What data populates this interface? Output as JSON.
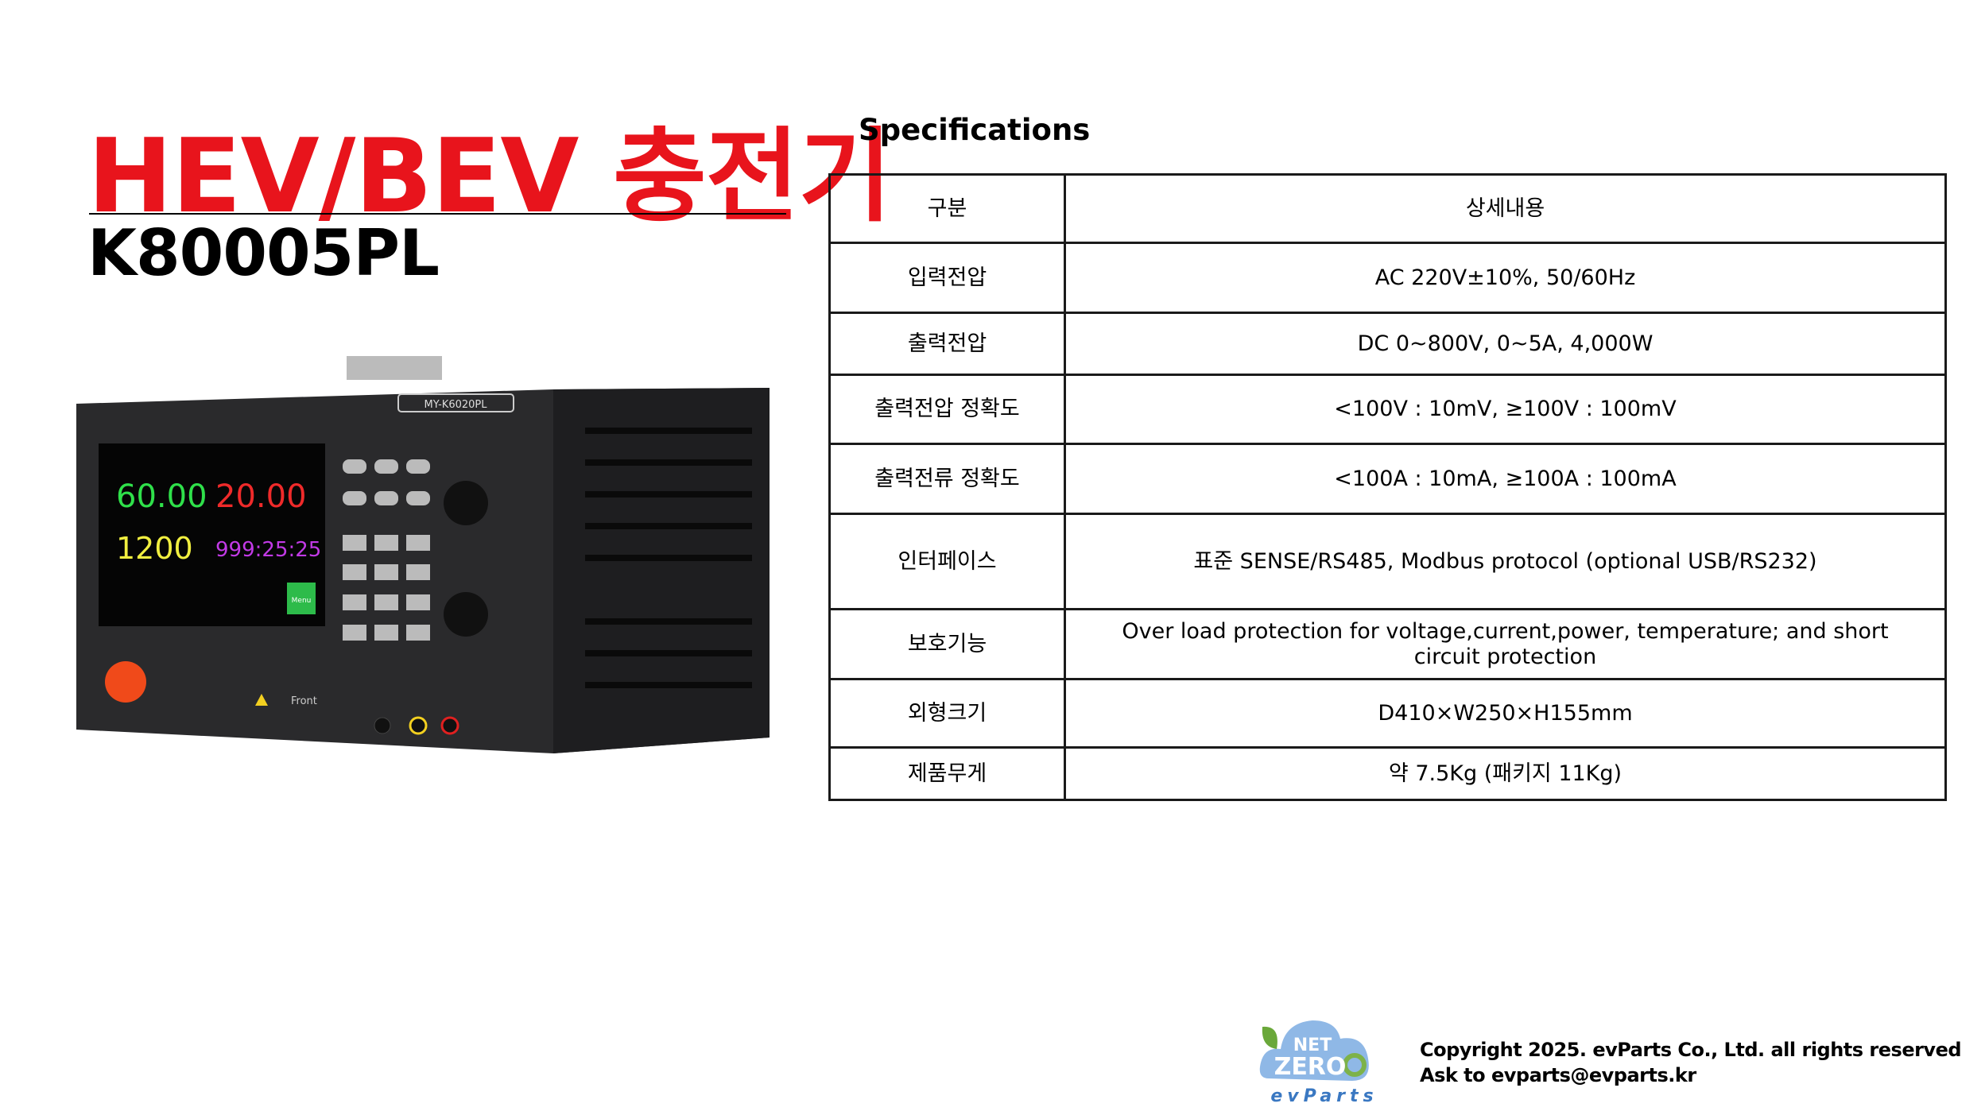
{
  "header": {
    "title": "HEV/BEV 충전기",
    "model": "K80005PL"
  },
  "specs": {
    "heading": "Specifications",
    "columns": [
      "구분",
      "상세내용"
    ],
    "rows": [
      {
        "label": "입력전압",
        "value": "AC 220V±10%, 50/60Hz"
      },
      {
        "label": "출력전압",
        "value": "DC 0~800V, 0~5A, 4,000W"
      },
      {
        "label": "출력전압 정확도",
        "value": "<100V : 10mV, ≥100V : 100mV"
      },
      {
        "label": "출력전류 정확도",
        "value": "<100A : 10mA, ≥100A : 100mA"
      },
      {
        "label": "인터페이스",
        "value": "표준 SENSE/RS485, Modbus protocol (optional USB/RS232)"
      },
      {
        "label": "보호기능",
        "value": "Over load protection for voltage,current,power, temperature; and short circuit protection"
      },
      {
        "label": "외형크기",
        "value": "D410×W250×H155mm"
      },
      {
        "label": "제품무게",
        "value": "약 7.5Kg (패키지 11Kg)"
      }
    ]
  },
  "product": {
    "badge": "MY-K6020PL",
    "voltage": "60.00",
    "current": "20.00",
    "power": "1200",
    "time": "999:25:25",
    "menu": "Menu",
    "front": "Front"
  },
  "logo": {
    "line1": "NET",
    "line2": "ZERO",
    "line3": "evParts"
  },
  "footer": {
    "copyright": "Copyright 2025. evParts Co., Ltd. all rights reserved",
    "contact": "Ask to evparts@evparts.kr"
  },
  "colors": {
    "title": "#e8141c",
    "logo_cloud": "#8fb8e6",
    "logo_leaf": "#6aa83a",
    "logo_text": "#3a78c2"
  }
}
